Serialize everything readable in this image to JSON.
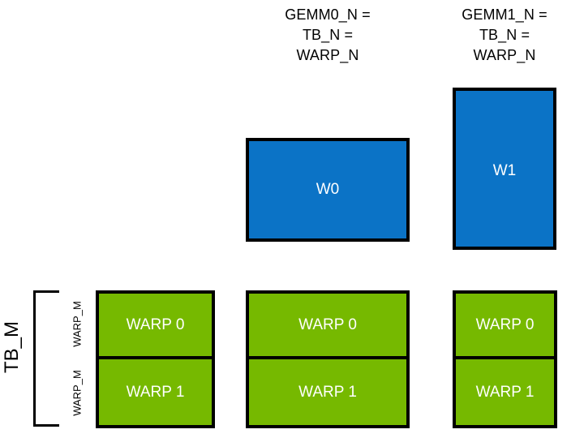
{
  "diagram": {
    "title_columns": [
      {
        "id": "gemm0",
        "caption": "GEMM0_N =\nTB_N =\nWARP_N"
      },
      {
        "id": "gemm1",
        "caption": "GEMM1_N =\nTB_N =\nWARP_N"
      }
    ],
    "blue_blocks": [
      {
        "id": "w0",
        "label": "W0",
        "color": "#0b73c6"
      },
      {
        "id": "w1",
        "label": "W1",
        "color": "#0b73c6"
      }
    ],
    "green_columns": [
      {
        "id": "col0",
        "color": "#76b900",
        "cells": [
          {
            "label": "WARP 0"
          },
          {
            "label": "WARP 1"
          }
        ]
      },
      {
        "id": "col1",
        "color": "#76b900",
        "cells": [
          {
            "label": "WARP 0"
          },
          {
            "label": "WARP 1"
          }
        ]
      },
      {
        "id": "col2",
        "color": "#76b900",
        "cells": [
          {
            "label": "WARP 0"
          },
          {
            "label": "WARP 1"
          }
        ]
      }
    ],
    "axis_labels": {
      "tb_m": "TB_M",
      "warp_m_top": "WARP_M",
      "warp_m_bottom": "WARP_M"
    },
    "colors": {
      "blue": "#0b73c6",
      "green": "#76b900",
      "outline": "#000000",
      "background": "#ffffff",
      "text_on_fill": "#ffffff",
      "text": "#000000"
    }
  }
}
